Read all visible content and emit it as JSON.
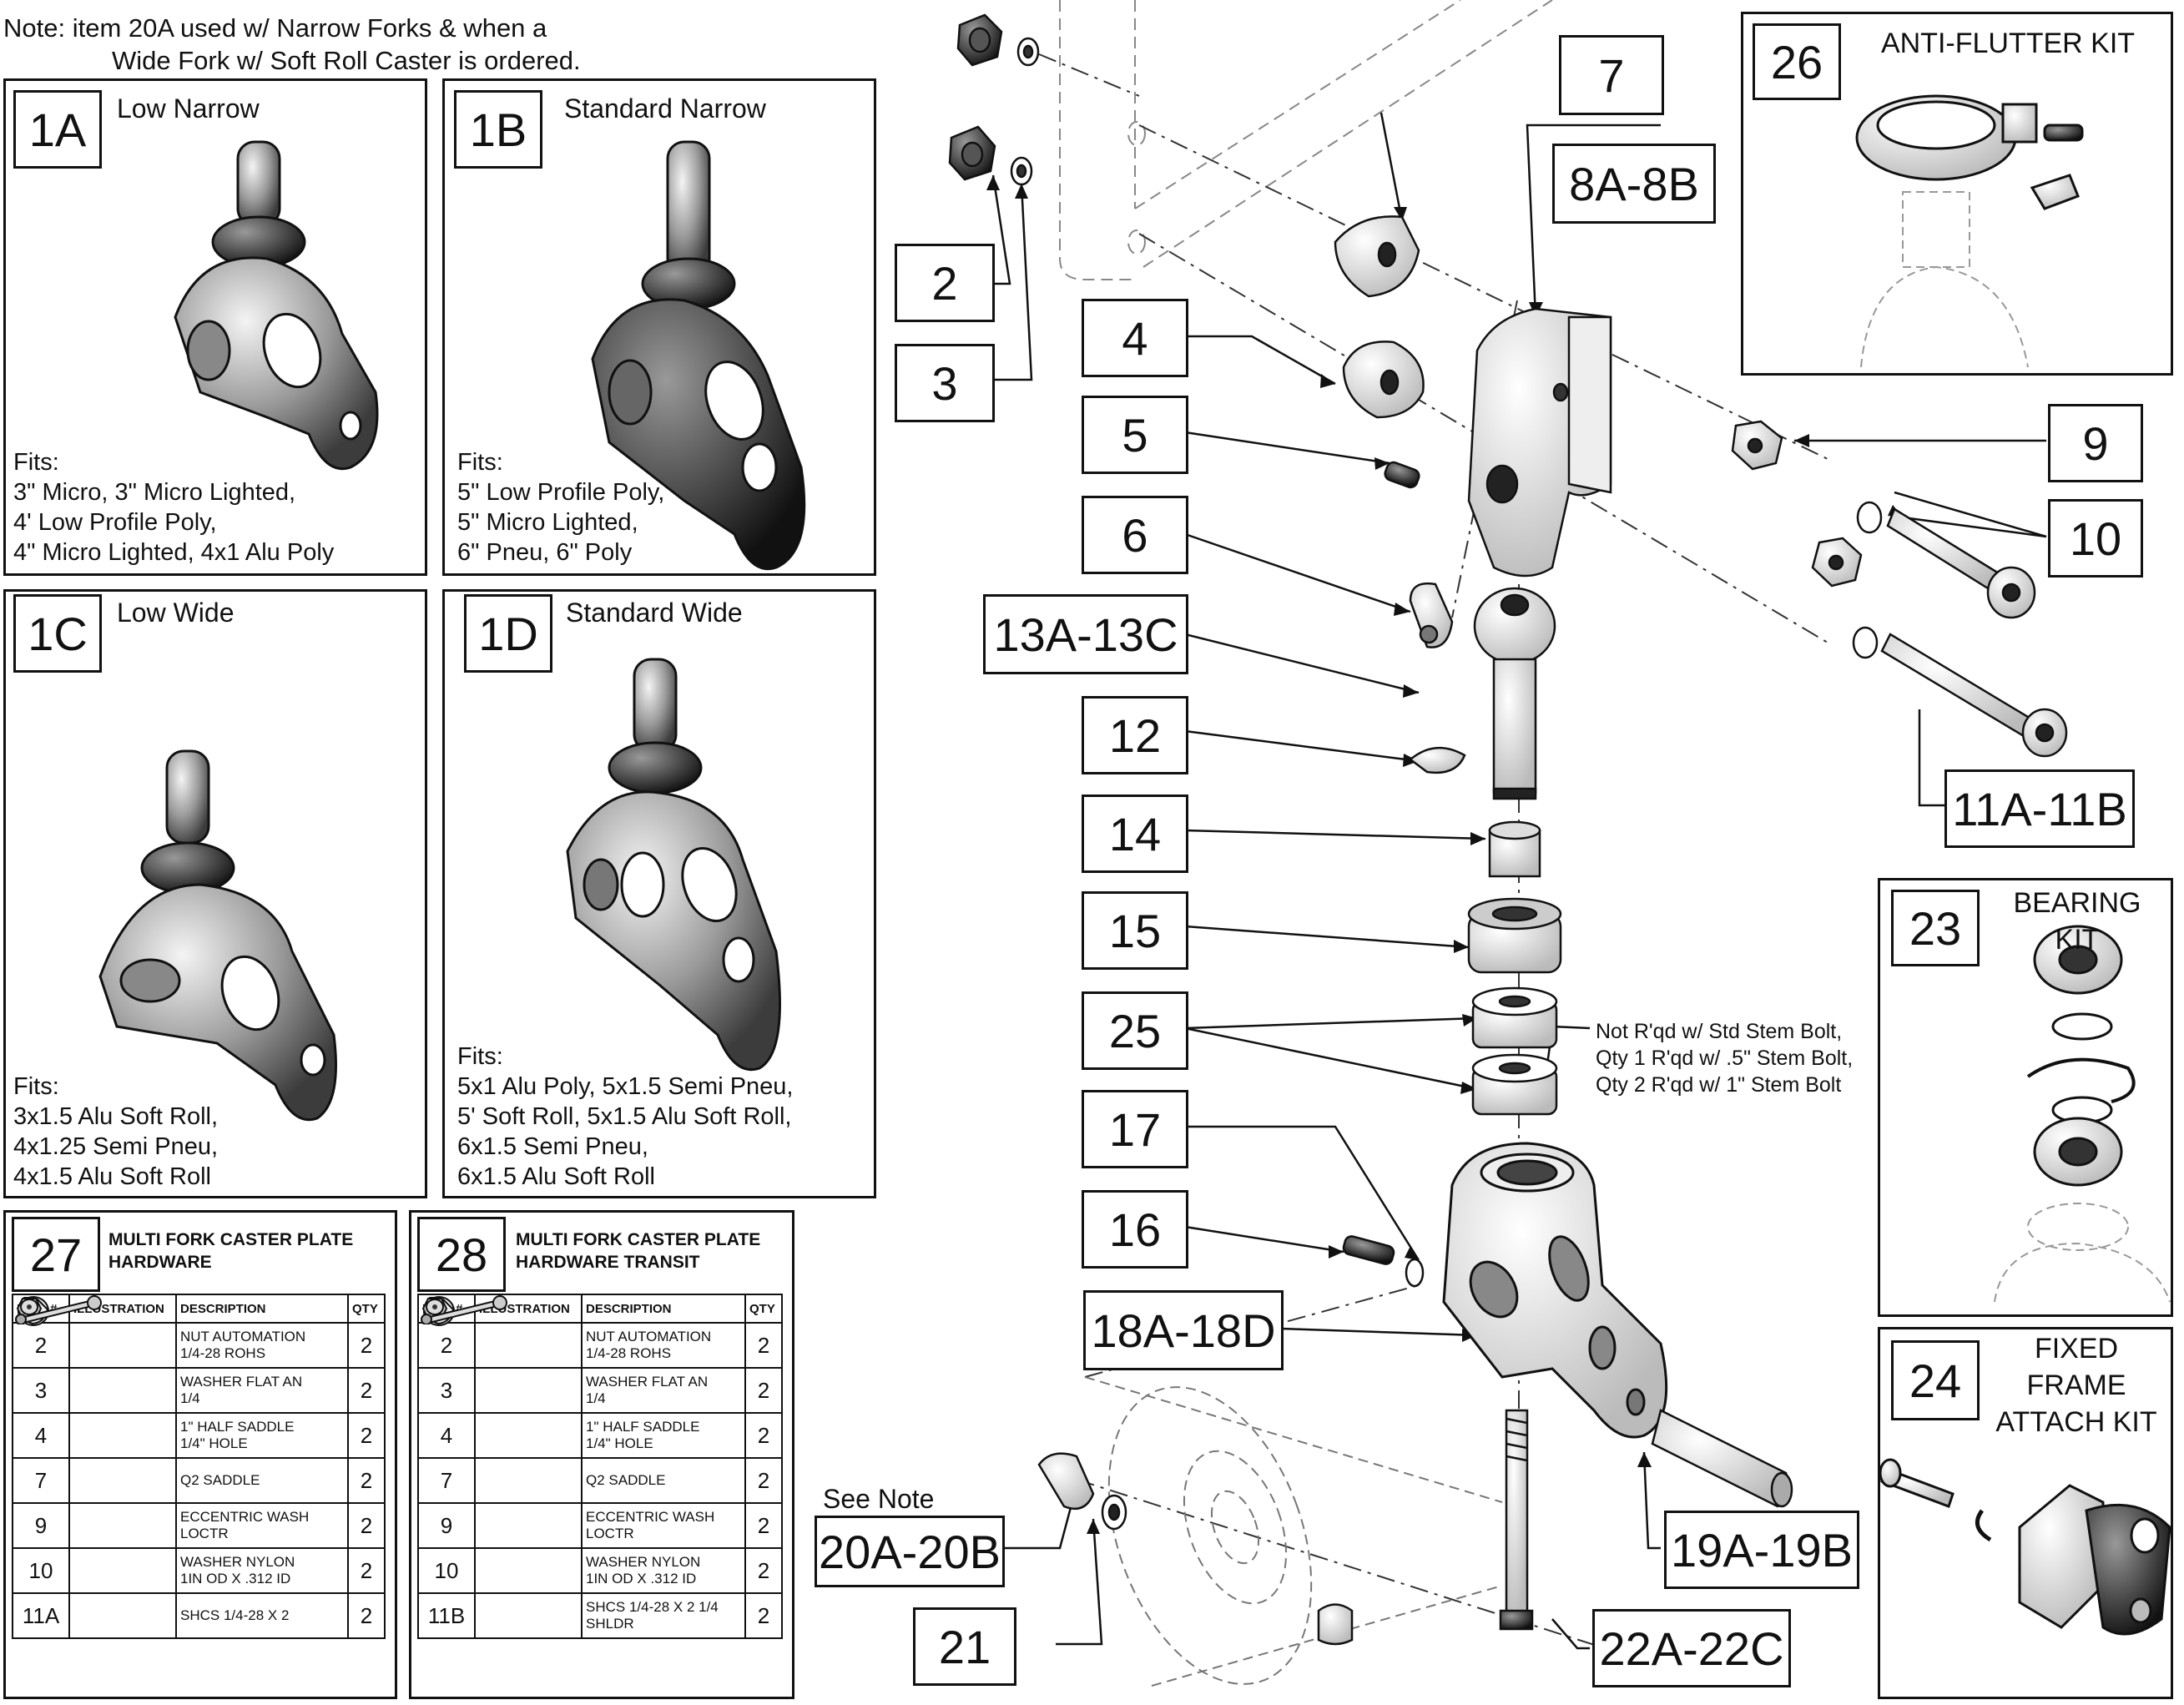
{
  "top_note": {
    "line1": "Note: item 20A used w/ Narrow Forks & when a",
    "line2": "Wide Fork w/ Soft Roll Caster is ordered."
  },
  "panels": [
    {
      "id": "1A",
      "title": "Low Narrow",
      "fits_label": "Fits:",
      "fits": [
        "3\" Micro, 3\" Micro Lighted,",
        "4' Low Profile Poly,",
        "4\" Micro Lighted, 4x1 Alu Poly"
      ]
    },
    {
      "id": "1B",
      "title": "Standard Narrow",
      "fits_label": "Fits:",
      "fits": [
        "5\" Low Profile Poly,",
        "5\" Micro Lighted,",
        "6\" Pneu, 6\" Poly"
      ]
    },
    {
      "id": "1C",
      "title": "Low Wide",
      "fits_label": "Fits:",
      "fits": [
        "3x1.5 Alu Soft Roll,",
        "4x1.25 Semi Pneu,",
        "4x1.5 Alu Soft Roll"
      ]
    },
    {
      "id": "1D",
      "title": "Standard Wide",
      "fits_label": "Fits:",
      "fits": [
        "5x1 Alu Poly, 5x1.5 Semi Pneu,",
        "5' Soft Roll, 5x1.5 Alu Soft Roll,",
        "6x1.5 Semi Pneu,",
        "6x1.5 Alu Soft Roll"
      ]
    }
  ],
  "tables": [
    {
      "id": "27",
      "title_line1": "MULTI FORK CASTER PLATE",
      "title_line2": "HARDWARE",
      "headers": [
        "ITEM #",
        "ILLUSTRATION",
        "DESCRIPTION",
        "QTY"
      ],
      "rows": [
        {
          "item": "2",
          "icon": "nut-icon",
          "desc1": "NUT AUTOMATION",
          "desc2": "1/4-28 ROHS",
          "qty": "2"
        },
        {
          "item": "3",
          "icon": "washer-icon",
          "desc1": "WASHER FLAT AN",
          "desc2": "1/4",
          "qty": "2"
        },
        {
          "item": "4",
          "icon": "half-saddle-icon",
          "desc1": "1\" HALF SADDLE",
          "desc2": "1/4\" HOLE",
          "qty": "2"
        },
        {
          "item": "7",
          "icon": "q2-saddle-icon",
          "desc1": "Q2 SADDLE",
          "desc2": "",
          "qty": "2"
        },
        {
          "item": "9",
          "icon": "eccentric-washer-icon",
          "desc1": "ECCENTRIC WASH",
          "desc2": "LOCTR",
          "qty": "2"
        },
        {
          "item": "10",
          "icon": "nylon-washer-icon",
          "desc1": "WASHER NYLON",
          "desc2": "1IN OD X .312 ID",
          "qty": "2"
        },
        {
          "item": "11A",
          "icon": "bolt-icon",
          "desc1": "SHCS 1/4-28 X 2",
          "desc2": "",
          "qty": "2"
        }
      ]
    },
    {
      "id": "28",
      "title_line1": "MULTI FORK CASTER PLATE",
      "title_line2": "HARDWARE TRANSIT",
      "headers": [
        "ITEM #",
        "ILLUSTRATION",
        "DESCRIPTION",
        "QTY"
      ],
      "rows": [
        {
          "item": "2",
          "icon": "nut-icon",
          "desc1": "NUT AUTOMATION",
          "desc2": "1/4-28 ROHS",
          "qty": "2"
        },
        {
          "item": "3",
          "icon": "washer-icon",
          "desc1": "WASHER FLAT AN",
          "desc2": "1/4",
          "qty": "2"
        },
        {
          "item": "4",
          "icon": "half-saddle-icon",
          "desc1": "1\" HALF SADDLE",
          "desc2": "1/4\" HOLE",
          "qty": "2"
        },
        {
          "item": "7",
          "icon": "q2-saddle-icon",
          "desc1": "Q2 SADDLE",
          "desc2": "",
          "qty": "2"
        },
        {
          "item": "9",
          "icon": "eccentric-washer-icon",
          "desc1": "ECCENTRIC WASH",
          "desc2": "LOCTR",
          "qty": "2"
        },
        {
          "item": "10",
          "icon": "nylon-washer-icon",
          "desc1": "WASHER NYLON",
          "desc2": "1IN OD X .312 ID",
          "qty": "2"
        },
        {
          "item": "11B",
          "icon": "bolt-icon",
          "desc1": "SHCS 1/4-28 X 2 1/4",
          "desc2": "SHLDR",
          "qty": "2"
        }
      ]
    }
  ],
  "callouts": {
    "c2": "2",
    "c3": "3",
    "c4": "4",
    "c5": "5",
    "c6": "6",
    "c7": "7",
    "c8": "8A-8B",
    "c9": "9",
    "c10": "10",
    "c11": "11A-11B",
    "c12": "12",
    "c13": "13A-13C",
    "c14": "14",
    "c15": "15",
    "c16": "16",
    "c17": "17",
    "c18": "18A-18D",
    "c19": "19A-19B",
    "c20": "20A-20B",
    "c21": "21",
    "c22": "22A-22C",
    "c25": "25"
  },
  "see_note": "See Note",
  "stem_note": {
    "line1": "Not R'qd w/ Std Stem Bolt,",
    "line2": "Qty 1 R'qd w/ .5\" Stem Bolt,",
    "line3": "Qty 2 R'qd w/ 1\" Stem Bolt"
  },
  "kits": {
    "k26": {
      "id": "26",
      "title": "ANTI-FLUTTER KIT"
    },
    "k23": {
      "id": "23",
      "title": "BEARING KIT"
    },
    "k24": {
      "id": "24",
      "title_line1": "FIXED FRAME",
      "title_line2": "ATTACH KIT"
    }
  }
}
